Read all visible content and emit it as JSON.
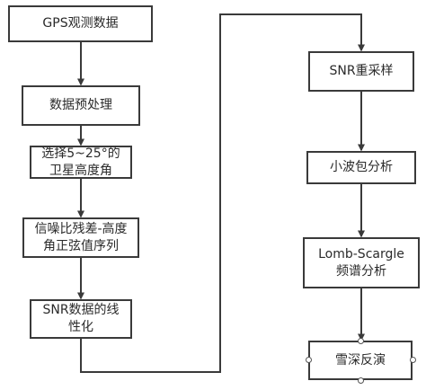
{
  "left_column": {
    "gps_data": "GPS观测数据",
    "preprocess": "数据预处理",
    "select_angle_line1": "选择5~25°的",
    "select_angle_line2": "卫星高度角",
    "residual_line1": "信噪比残差-高度",
    "residual_line2": "角正弦值序列",
    "linearize_line1": "SNR数据的线",
    "linearize_line2": "性化"
  },
  "right_column": {
    "resample": "SNR重采样",
    "wavelet": "小波包分析",
    "lomb_line1": "Lomb-Scargle",
    "lomb_line2": "频谱分析",
    "inversion": "雪深反演"
  },
  "colors": {
    "line": "#3a3a3a",
    "box_border": "#3a3a3a",
    "background": "#ffffff"
  }
}
